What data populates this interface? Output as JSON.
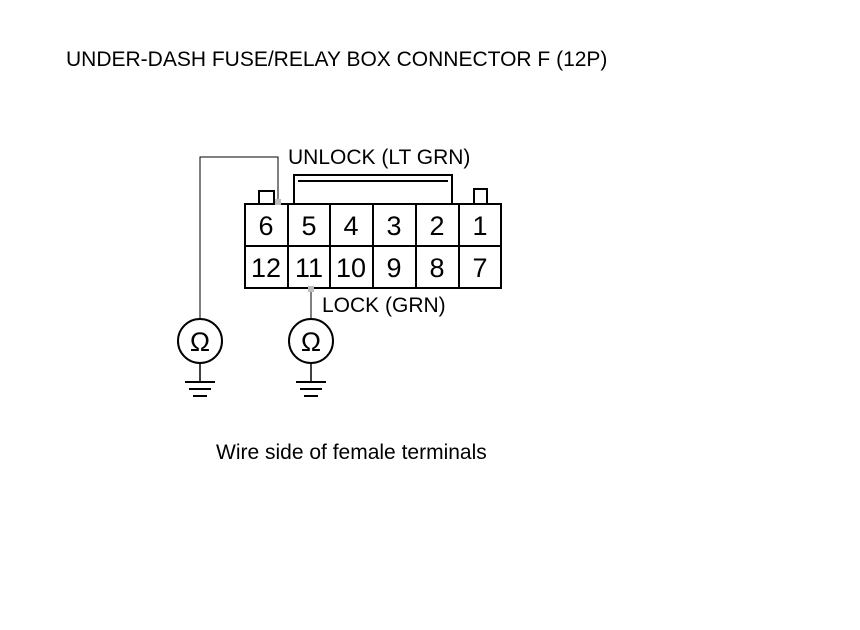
{
  "title": "UNDER-DASH FUSE/RELAY BOX CONNECTOR F (12P)",
  "caption": "Wire side of female terminals",
  "labels": {
    "unlock": "UNLOCK (LT GRN)",
    "lock": "LOCK (GRN)"
  },
  "connector": {
    "top_row": [
      "6",
      "5",
      "4",
      "3",
      "2",
      "1"
    ],
    "bottom_row": [
      "12",
      "11",
      "10",
      "9",
      "8",
      "7"
    ]
  },
  "meter_symbol": "Ω",
  "icons": {
    "ohmmeter": "ohmmeter-icon",
    "ground": "ground-icon"
  }
}
